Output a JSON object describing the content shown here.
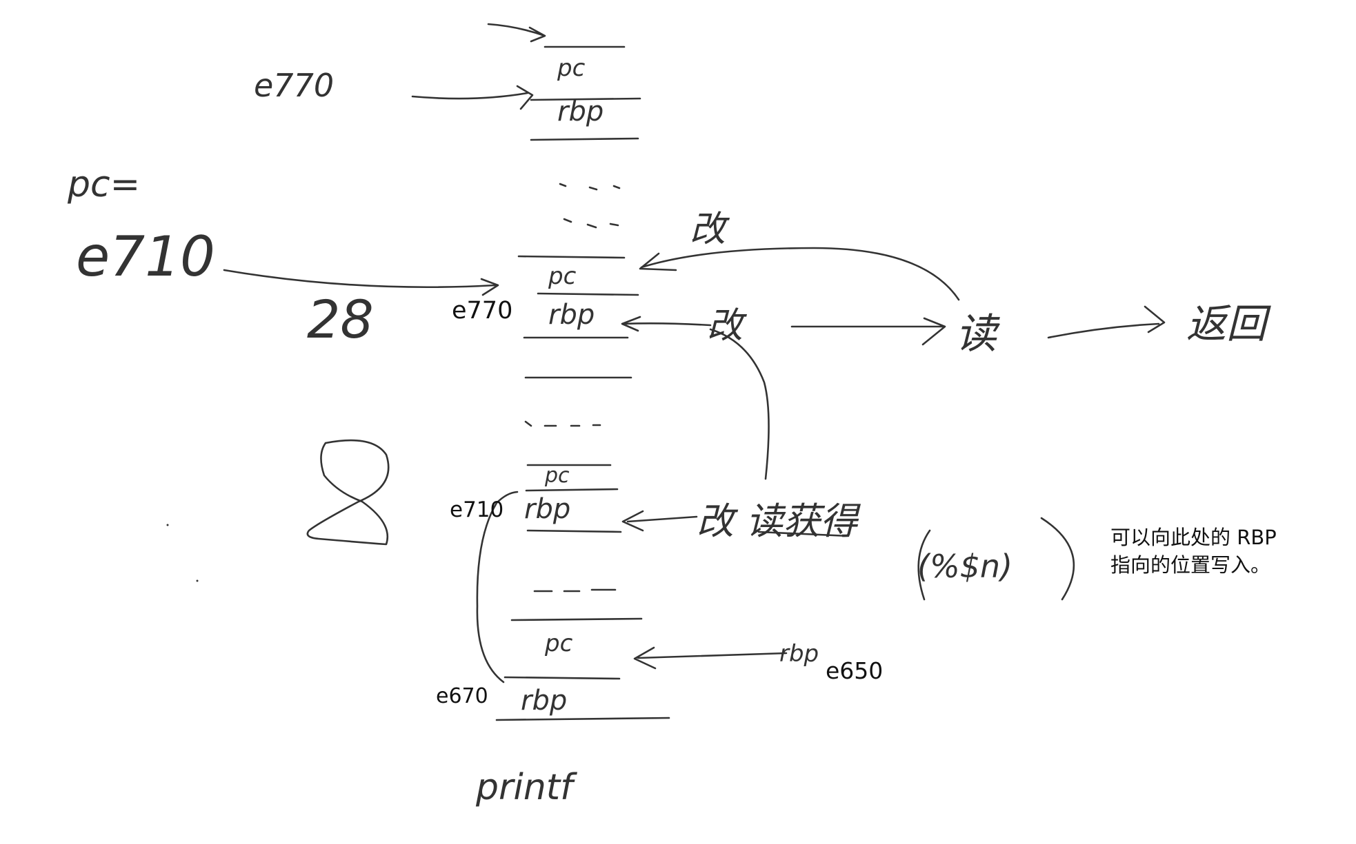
{
  "colors": {
    "ink": "#333333",
    "text": "#111111",
    "background": "#ffffff"
  },
  "handwritten": {
    "pc": "pc",
    "rbp": "rbp",
    "dots": "...",
    "e770": "e770",
    "pc_eq": "pc=",
    "e710": "e710",
    "num_28": "28",
    "digit_8": "8",
    "gai": "改",
    "du": "读",
    "fanhui": "返回",
    "gai_du_huode": "改 读获得",
    "paren_expr": "(%$n)",
    "printf": "printf"
  },
  "labels": {
    "e770": "e770",
    "e710": "e710",
    "e670": "e670",
    "e650": "e650"
  },
  "note": {
    "line1": "可以向此处的 RBP",
    "line2": "指向的位置写入。"
  }
}
